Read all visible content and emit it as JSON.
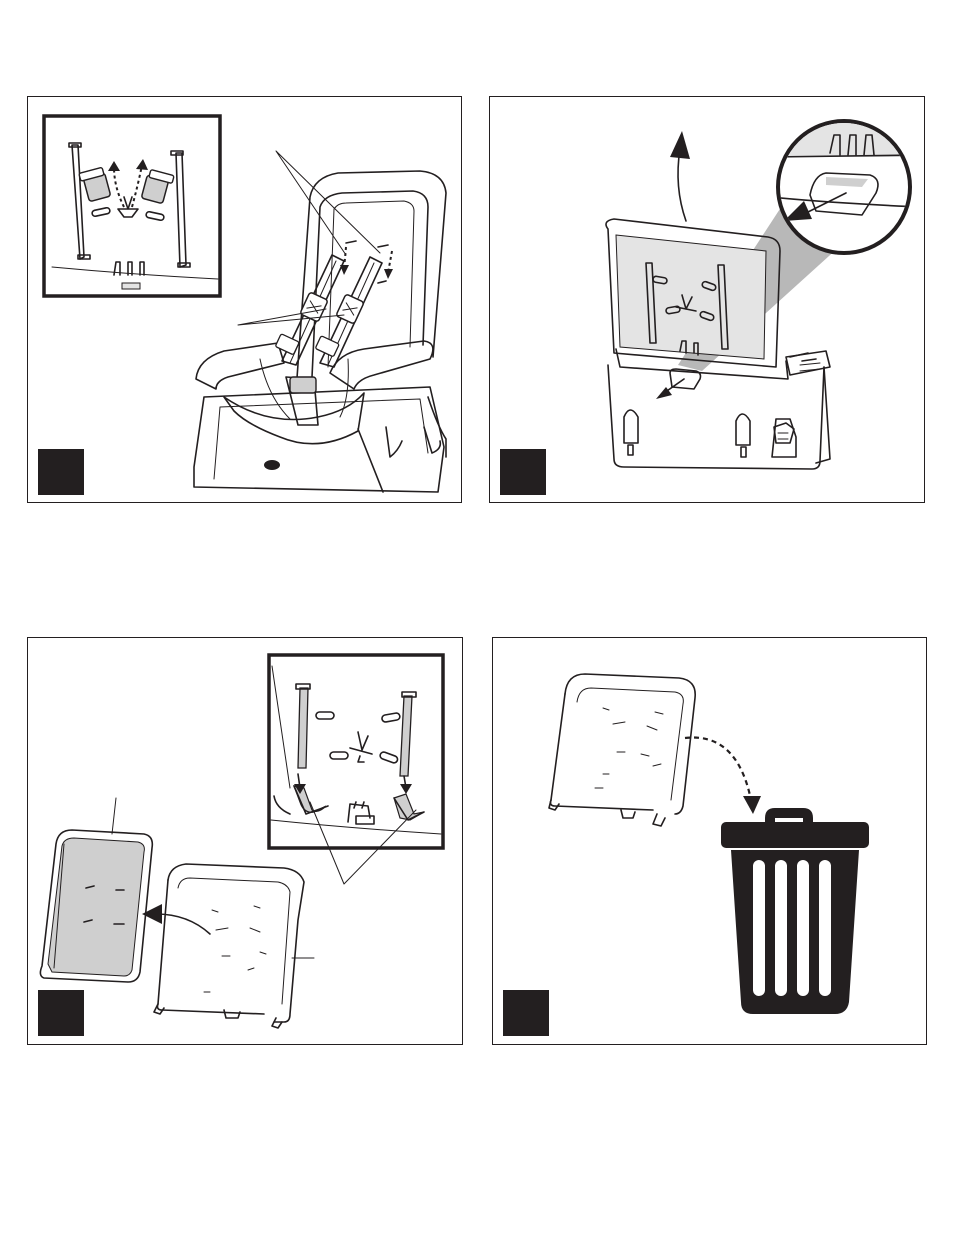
{
  "panels": [
    {
      "id": "p1",
      "step_label": "",
      "description": "harness-removal"
    },
    {
      "id": "p2",
      "step_label": "",
      "description": "seat-back-lift"
    },
    {
      "id": "p3",
      "step_label": "",
      "description": "pad-removal"
    },
    {
      "id": "p4",
      "step_label": "",
      "description": "discard-seat-back"
    }
  ],
  "colors": {
    "ink": "#231f20",
    "fill_gray": "#cfcfcf",
    "light_gray": "#e4e4e4"
  },
  "icons": [
    "upward-arrow-icon",
    "magnifier-callout-icon",
    "trash-can-icon",
    "dashed-arrow-icon"
  ]
}
